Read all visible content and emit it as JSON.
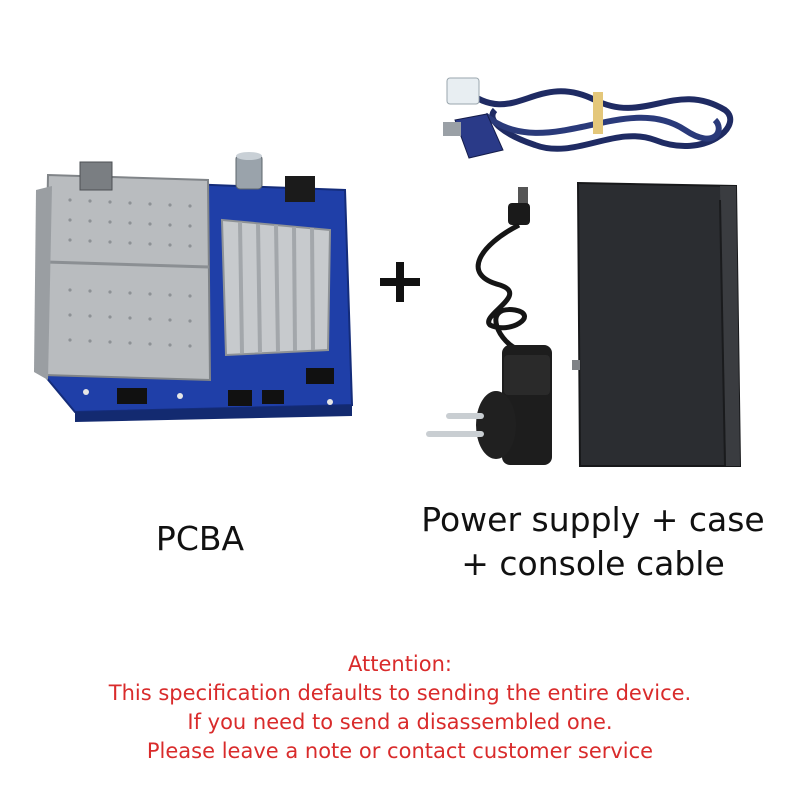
{
  "labels": {
    "pcba": "PCBA",
    "kit_line1": "Power supply + case",
    "kit_line2": "+ console cable"
  },
  "notice": {
    "heading": "Attention:",
    "line1": "This specification defaults to sending the entire device.",
    "line2": "If you need to send a disassembled one.",
    "line3": "Please leave a note or contact customer service"
  },
  "colors": {
    "notice_text": "#d92b2b",
    "pcb_blue": "#1f3fa8",
    "case_black": "#2b2d31",
    "cable_navy": "#1f2b63"
  },
  "icons": {
    "plus": "plus-icon"
  }
}
